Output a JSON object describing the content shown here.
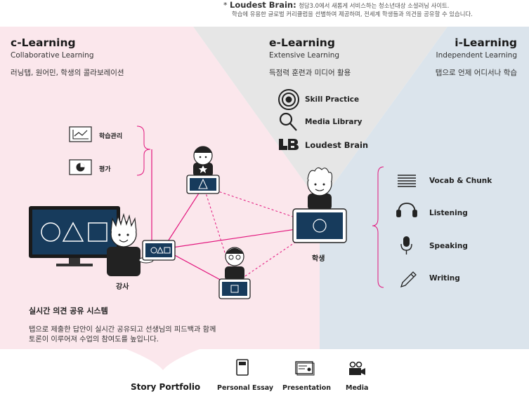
{
  "note": {
    "bullet": "*",
    "brand": "Loudest Brain:",
    "line1": "청담3.0에서 새롭게 서비스하는 청소년대상 소셜러닝 사이트.",
    "line2": "학습에 유용한 글로벌 커리큘럼을 선별하여 제공하며, 전세계 학생들과 의견을 공유할 수 있습니다."
  },
  "c_learning": {
    "title": "c-Learning",
    "subtitle": "Collaborative Learning",
    "desc": "러닝탭, 원어민, 학생의 콜라보레이션",
    "tools": [
      {
        "label": "학습관리",
        "icon": "chart-icon"
      },
      {
        "label": "평가",
        "icon": "pie-icon"
      }
    ],
    "teacher_label": "강사",
    "system_title": "실시간 의견 공유 시스템",
    "system_desc_1": "탭으로 제출한 답안이 실시간 공유되고 선생님의 피드백과 함께",
    "system_desc_2": "토론이 이루어져 수업의 참여도를 높입니다."
  },
  "e_learning": {
    "title": "e-Learning",
    "subtitle": "Extensive Learning",
    "desc": "득점력 훈련과 미디어 활용",
    "items": [
      {
        "label": "Skill Practice",
        "icon": "target-icon"
      },
      {
        "label": "Media Library",
        "icon": "magnifier-icon"
      },
      {
        "label": "Loudest Brain",
        "icon": "lb-logo-icon"
      }
    ]
  },
  "i_learning": {
    "title": "i-Learning",
    "subtitle": "Independent Learning",
    "desc": "탭으로 언제 어디서나 학습",
    "items": [
      {
        "label": "Vocab & Chunk",
        "icon": "lines-icon"
      },
      {
        "label": "Listening",
        "icon": "headphones-icon"
      },
      {
        "label": "Speaking",
        "icon": "microphone-icon"
      },
      {
        "label": "Writing",
        "icon": "pencil-icon"
      }
    ]
  },
  "student_label": "학생",
  "story_portfolio": {
    "title": "Story Portfolio",
    "items": [
      {
        "label": "Personal Essay",
        "icon": "notebook-icon"
      },
      {
        "label": "Presentation",
        "icon": "presentation-icon"
      },
      {
        "label": "Media",
        "icon": "video-camera-icon"
      }
    ]
  },
  "colors": {
    "c_bg": "#fbe7ec",
    "e_bg": "#e6e6e6",
    "i_bg": "#dbe4ec",
    "network_line": "#e2147c",
    "screen": "#173b5c"
  }
}
